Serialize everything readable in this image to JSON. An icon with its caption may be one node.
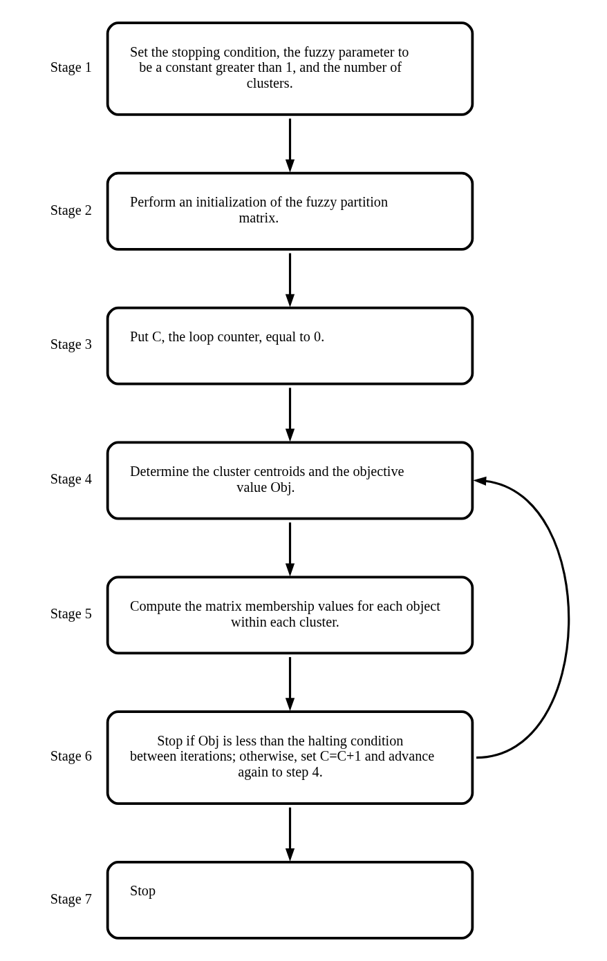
{
  "diagram": {
    "nodes": [
      {
        "text": [
          "Set the stopping condition, the fuzzy parameter to be a constant greater than 1, and the number of clusters."
        ],
        "beside": [
          "Stage 1"
        ]
      },
      {
        "text": [
          "Perform an initialization of the fuzzy partition matrix."
        ],
        "beside": [
          "Stage 2"
        ]
      },
      {
        "text": [
          "Put C, the loop counter, equal to 0."
        ],
        "beside": [
          "Stage 3"
        ]
      },
      {
        "text": [
          "Determine the cluster centroids and the objective value Obj."
        ],
        "beside": [
          "Stage 4"
        ]
      },
      {
        "text": [
          "Compute the matrix membership values for each object within each cluster."
        ],
        "beside": [
          "Stage 5"
        ]
      },
      {
        "text": [
          "Stop if Obj is less than the halting condition between iterations; otherwise, set C=C+1 and advance again to step 4."
        ],
        "beside": [
          "Stage 6"
        ]
      },
      {
        "text": [
          "Stop"
        ],
        "beside": [
          "Stage 7"
        ]
      }
    ],
    "edges": [
      {
        "from": 0,
        "to": 1,
        "arrow": "to"
      },
      {
        "from": 1,
        "to": 2,
        "arrow": "to"
      },
      {
        "from": 2,
        "to": 3,
        "arrow": "to"
      },
      {
        "from": 3,
        "to": 4,
        "arrow": "to"
      },
      {
        "from": 4,
        "to": 5,
        "arrow": "to"
      },
      {
        "from": 5,
        "to": 6,
        "arrow": "to"
      },
      {
        "from": 5,
        "to": 3,
        "arrow": "to"
      }
    ]
  }
}
